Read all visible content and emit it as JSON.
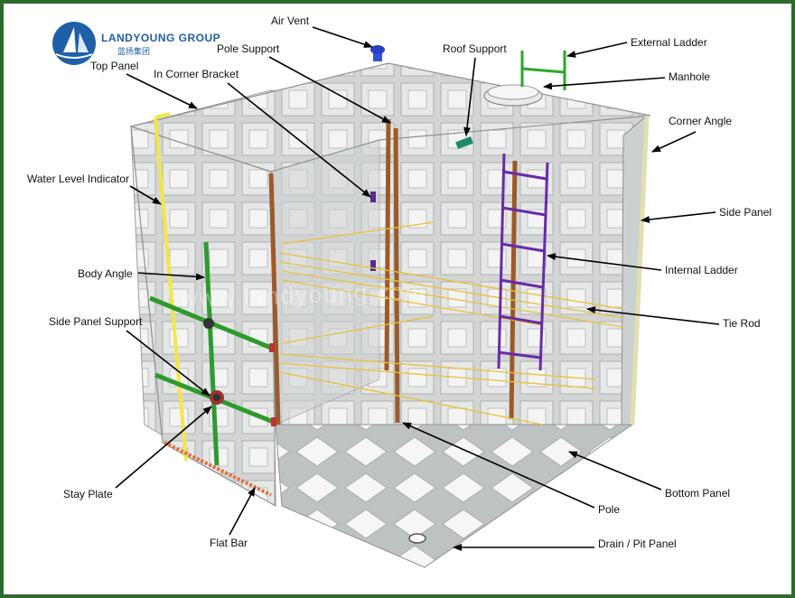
{
  "logo": {
    "company": "LANDYOUNG GROUP",
    "chinese": "蓝扬集团",
    "icon": "sailboat-logo-icon",
    "color": "#1f5fa8"
  },
  "watermark": "www.landyoung.com",
  "colors": {
    "frame": "#2f6b2f",
    "panel": "#c9cbcb",
    "body_angle": "#2e9a2e",
    "internal_ladder": "#6a2aa8",
    "pole": "#9a5a2a",
    "tie_rod": "#e8c23a",
    "water_level_indicator": "#f2e64a",
    "flat_bar": "#e0703a"
  },
  "labels": {
    "air_vent": "Air Vent",
    "top_panel": "Top Panel",
    "pole_support": "Pole Support",
    "in_corner_bracket": "In Corner Bracket",
    "roof_support": "Roof Support",
    "external_ladder": "External Ladder",
    "manhole": "Manhole",
    "corner_angle": "Corner Angle",
    "water_level_indicator": "Water Level Indicator",
    "side_panel": "Side Panel",
    "internal_ladder": "Internal Ladder",
    "body_angle": "Body Angle",
    "tie_rod": "Tie Rod",
    "side_panel_support": "Side Panel Support",
    "stay_plate": "Stay Plate",
    "bottom_panel": "Bottom Panel",
    "pole": "Pole",
    "flat_bar": "Flat Bar",
    "drain_pit_panel": "Drain / Pit Panel"
  }
}
